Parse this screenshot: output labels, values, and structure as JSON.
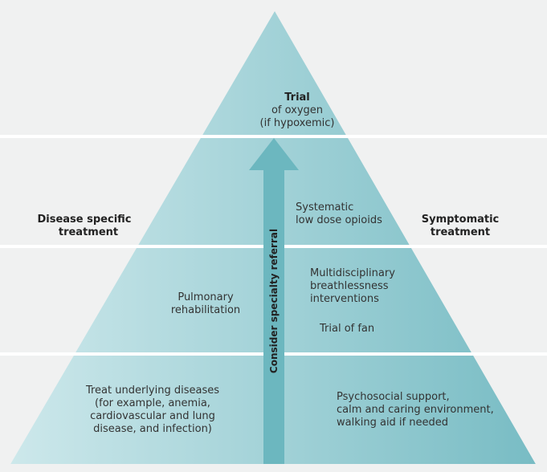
{
  "side_labels": {
    "left": [
      "Disease specific",
      "treatment"
    ],
    "right": [
      "Symptomatic",
      "treatment"
    ]
  },
  "arrow_label": "Consider specialty referral",
  "tiers": {
    "top": [
      "Trial",
      "of oxygen",
      "(if hypoxemic)"
    ],
    "second_right": [
      "Systematic",
      "low dose opioids"
    ],
    "third_left": [
      "Pulmonary",
      "rehabilitation"
    ],
    "third_right": [
      "Multidisciplinary",
      "breathlessness",
      "interventions"
    ],
    "third_right_extra": "Trial of fan",
    "bottom_left": [
      "Treat underlying diseases",
      "(for example, anemia,",
      "cardiovascular and lung",
      "disease, and infection)"
    ],
    "bottom_right": [
      "Psychosocial support,",
      "calm and caring environment,",
      "walking aid if needed"
    ]
  },
  "colors": {
    "background": "#f0f1f1",
    "pyramid_light": "#c9e6e9",
    "pyramid_dark": "#7fc0c7",
    "divider": "#ffffff",
    "arrow": "#6cb7bf"
  }
}
